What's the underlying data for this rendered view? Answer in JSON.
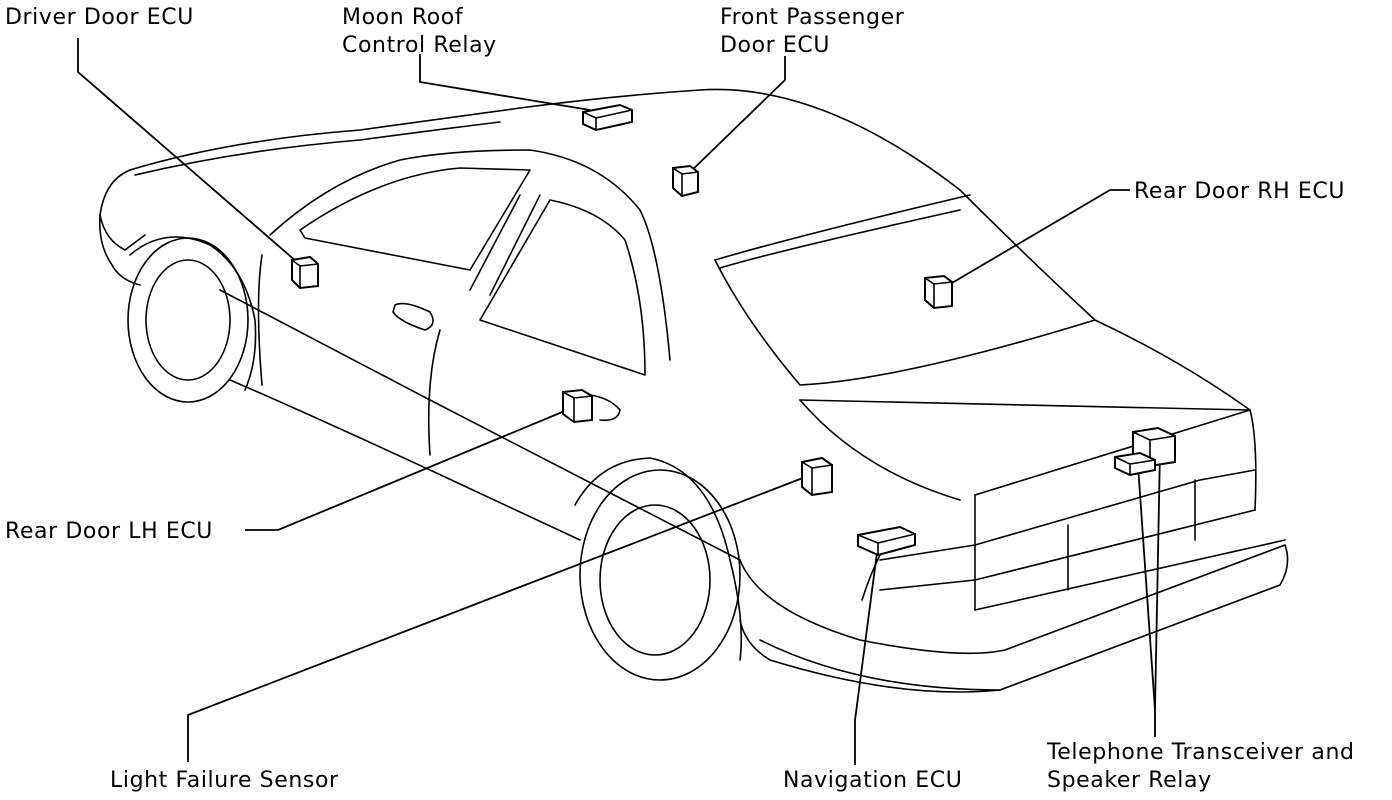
{
  "labels": {
    "driver_door_ecu": "Driver Door ECU",
    "moon_roof_relay_line1": "Moon Roof",
    "moon_roof_relay_line2": "Control Relay",
    "front_passenger_line1": "Front Passenger",
    "front_passenger_line2": "Door ECU",
    "rear_door_rh_ecu": "Rear Door RH ECU",
    "rear_door_lh_ecu": "Rear Door LH ECU",
    "light_failure_sensor": "Light Failure Sensor",
    "navigation_ecu": "Navigation ECU",
    "telephone_line1": "Telephone Transceiver and",
    "telephone_line2": "Speaker Relay"
  }
}
